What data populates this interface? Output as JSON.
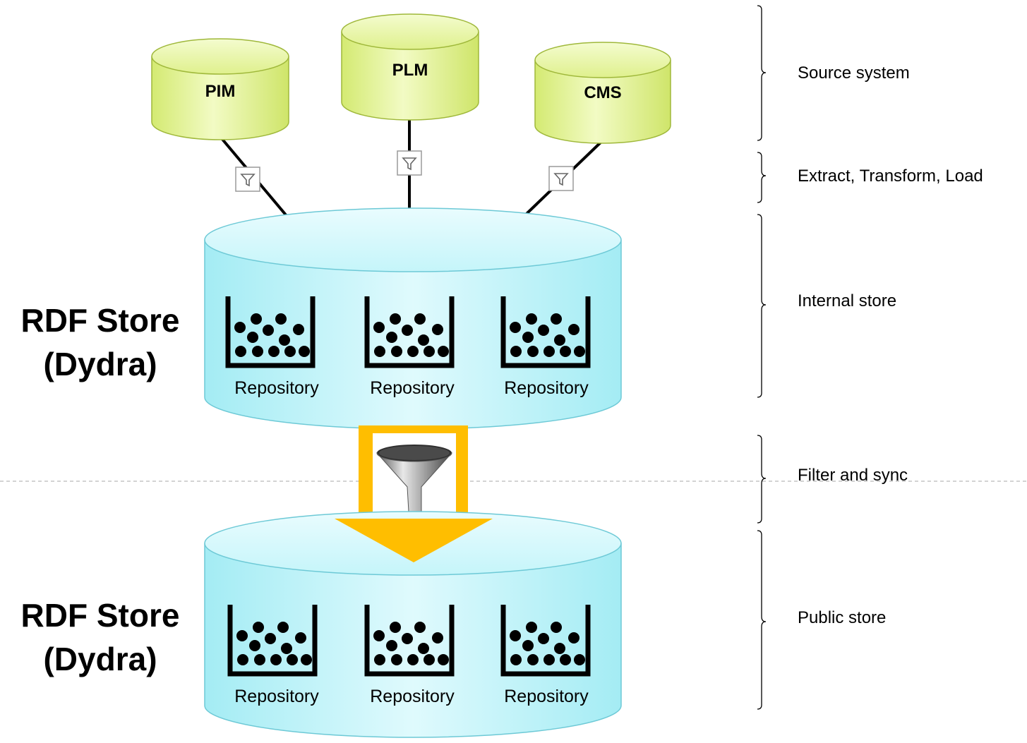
{
  "sources": [
    {
      "label": "PIM"
    },
    {
      "label": "PLM"
    },
    {
      "label": "CMS"
    }
  ],
  "stores": [
    {
      "title_line1": "RDF Store",
      "title_line2": "(Dydra)",
      "repositories": [
        "Repository",
        "Repository",
        "Repository"
      ]
    },
    {
      "title_line1": "RDF Store",
      "title_line2": "(Dydra)",
      "repositories": [
        "Repository",
        "Repository",
        "Repository"
      ]
    }
  ],
  "layers": [
    {
      "label": "Source system"
    },
    {
      "label": "Extract, Transform, Load"
    },
    {
      "label": "Internal store"
    },
    {
      "label": "Filter and sync"
    },
    {
      "label": "Public store"
    }
  ],
  "colors": {
    "source_fill": "#e2f39a",
    "source_stroke": "#9fb83a",
    "store_fill": "#b6f1f7",
    "store_stroke": "#6dc9d6",
    "sync_arrow": "#ffbe00",
    "connector": "#000000"
  }
}
